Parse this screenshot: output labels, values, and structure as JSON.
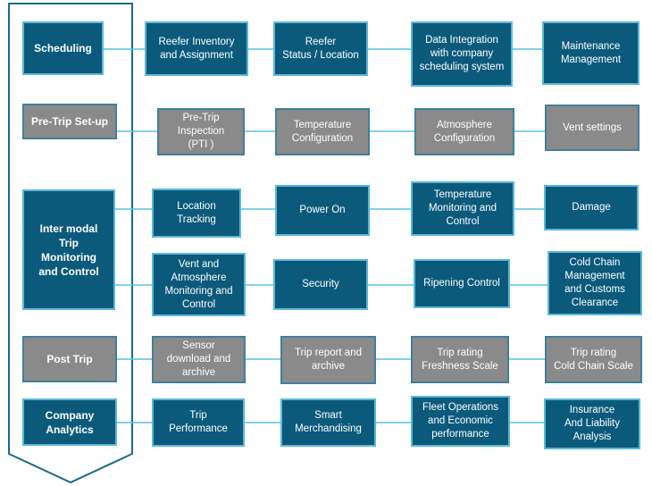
{
  "colors": {
    "box_blue": "#0b5a7c",
    "box_gray": "#8a8a8a",
    "outline_blue": "#1a6a8c",
    "connector": "#5bc0e0"
  },
  "categories": [
    {
      "label": "Scheduling",
      "style": "blue"
    },
    {
      "label": "Pre-Trip Set-up",
      "style": "gray"
    },
    {
      "label": "Inter modal\nTrip\nMonitoring\nand Control",
      "style": "blue"
    },
    {
      "label": "Post Trip",
      "style": "gray"
    },
    {
      "label": "Company\nAnalytics",
      "style": "blue"
    }
  ],
  "rows": [
    {
      "category": 0,
      "items": [
        {
          "label": "Reefer  Inventory\nand Assignment",
          "style": "blue"
        },
        {
          "label": "Reefer\nStatus / Location",
          "style": "blue"
        },
        {
          "label": "Data Integration\nwith company\nscheduling system",
          "style": "blue"
        },
        {
          "label": "Maintenance\nManagement",
          "style": "blue"
        }
      ]
    },
    {
      "category": 1,
      "items": [
        {
          "label": "Pre-Trip\nInspection\n(PTI )",
          "style": "gray"
        },
        {
          "label": "Temperature\nConfiguration",
          "style": "gray"
        },
        {
          "label": "Atmosphere\nConfiguration",
          "style": "gray"
        },
        {
          "label": "Vent settings",
          "style": "gray"
        }
      ]
    },
    {
      "category": 2,
      "items": [
        {
          "label": "Location\nTracking",
          "style": "blue"
        },
        {
          "label": "Power On",
          "style": "blue"
        },
        {
          "label": "Temperature\nMonitoring and\nControl",
          "style": "blue"
        },
        {
          "label": "Damage",
          "style": "blue"
        }
      ]
    },
    {
      "category": 2,
      "items": [
        {
          "label": "Vent and\nAtmosphere\nMonitoring and\nControl",
          "style": "blue"
        },
        {
          "label": "Security",
          "style": "blue"
        },
        {
          "label": "Ripening Control",
          "style": "blue"
        },
        {
          "label": "Cold Chain\nManagement\nand Customs\nClearance",
          "style": "blue"
        }
      ]
    },
    {
      "category": 3,
      "items": [
        {
          "label": "Sensor\ndownload and\narchive",
          "style": "gray"
        },
        {
          "label": "Trip report and\narchive",
          "style": "gray"
        },
        {
          "label": "Trip rating\nFreshness Scale",
          "style": "gray"
        },
        {
          "label": "Trip rating\nCold Chain Scale",
          "style": "gray"
        }
      ]
    },
    {
      "category": 4,
      "items": [
        {
          "label": "Trip\nPerformance",
          "style": "blue"
        },
        {
          "label": "Smart\nMerchandising",
          "style": "blue"
        },
        {
          "label": "Fleet Operations\nand Economic\nperformance",
          "style": "blue"
        },
        {
          "label": "Insurance\nAnd Liability\nAnalysis",
          "style": "blue"
        }
      ]
    }
  ]
}
